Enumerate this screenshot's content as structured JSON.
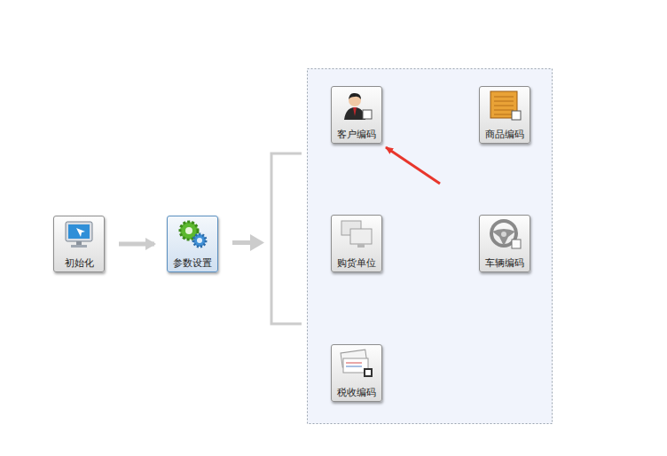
{
  "diagram": {
    "nodes": [
      {
        "text": [
          "初始化"
        ]
      },
      {
        "text": [
          "参数设置"
        ]
      },
      {
        "text": [
          "客户编码"
        ]
      },
      {
        "text": [
          "商品编码"
        ]
      },
      {
        "text": [
          "购货单位"
        ]
      },
      {
        "text": [
          "车辆编码"
        ]
      },
      {
        "text": [
          "税收编码"
        ]
      }
    ],
    "edges": [
      {
        "from": 0,
        "to": 1,
        "arrow": "to"
      }
    ]
  }
}
